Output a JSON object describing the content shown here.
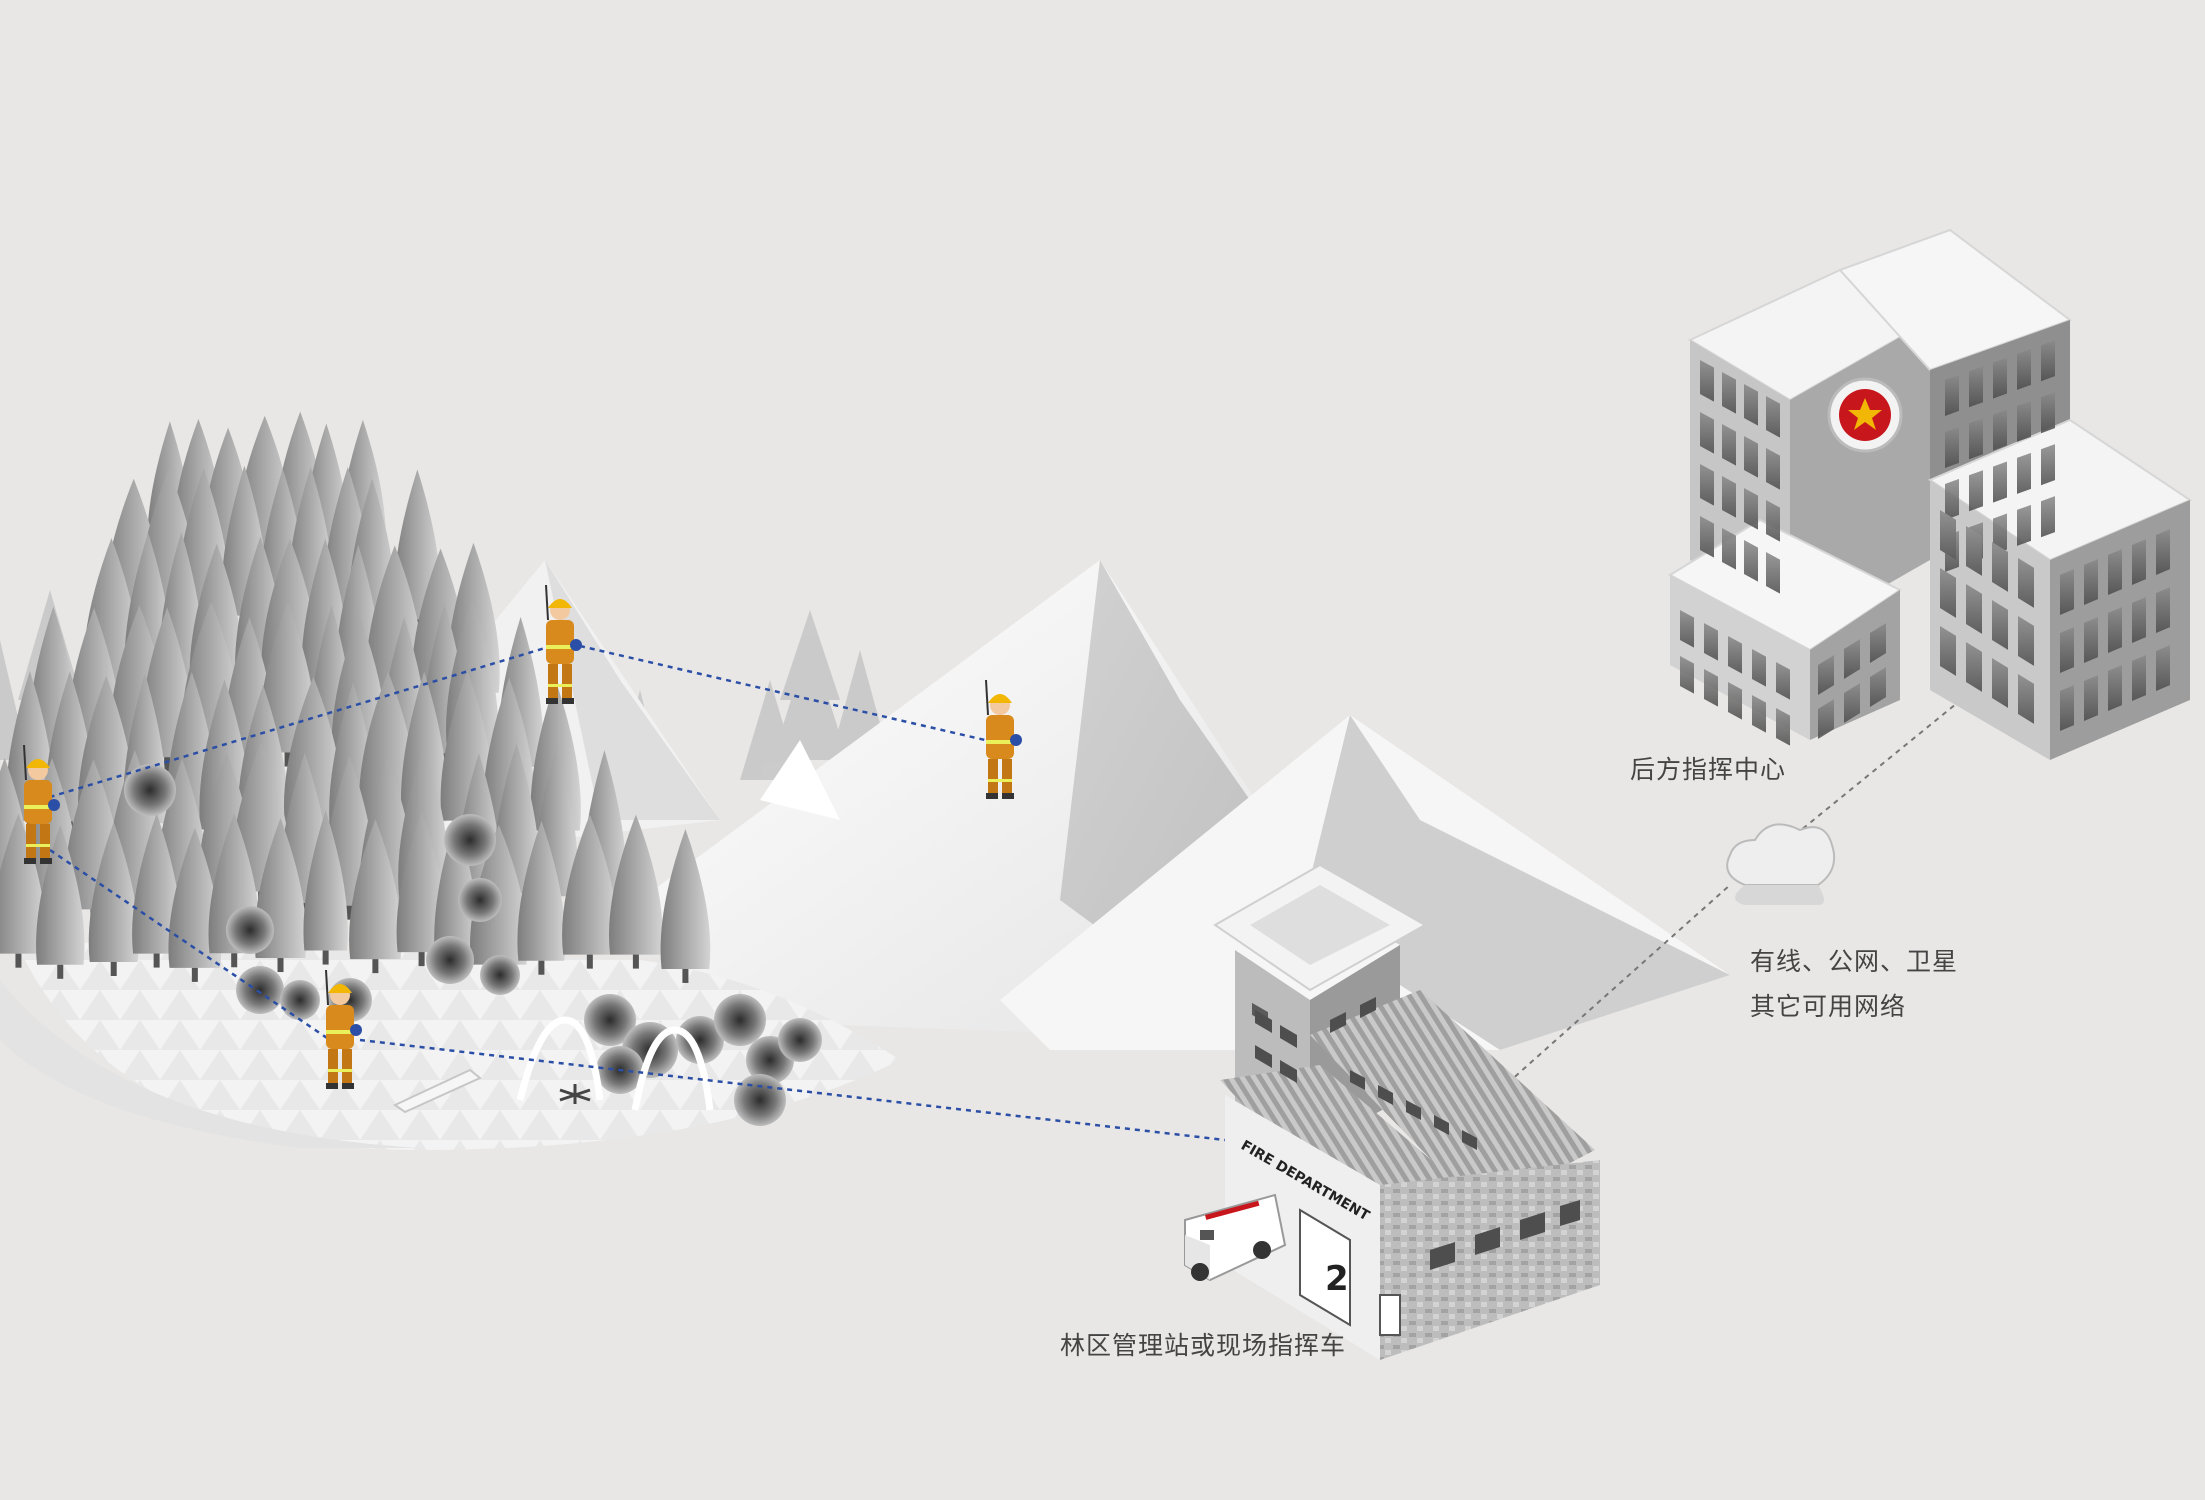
{
  "diagram": {
    "labels": {
      "command_center": "后方指挥中心",
      "network_line1": "有线、公网、卫星",
      "network_line2": "其它可用网络",
      "field_station": "林区管理站或现场指挥车",
      "fire_department_sign": "FIRE DEPARTMENT",
      "garage_number": "2"
    },
    "colors": {
      "background": "#e9e7e5",
      "radio_link": "#2b4fa6",
      "network_link": "#777777",
      "firefighter_suit": "#d98a1c",
      "helmet": "#f2b705",
      "emblem": "#c8161d"
    }
  }
}
